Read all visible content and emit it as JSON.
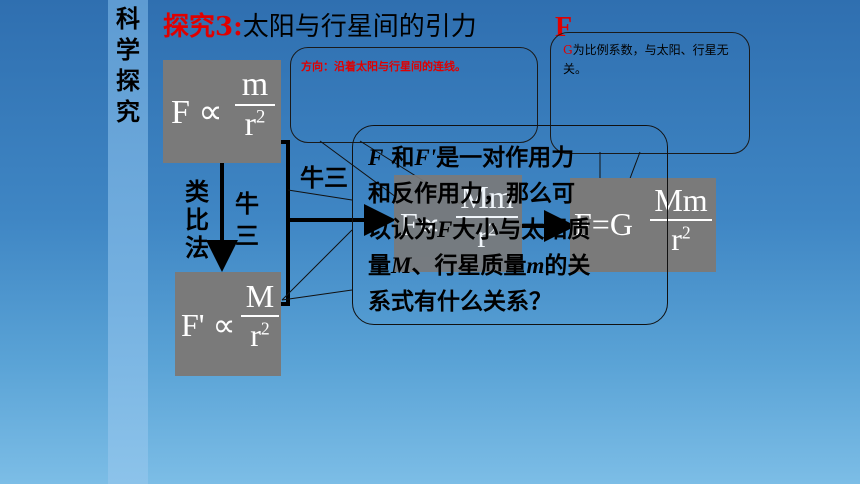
{
  "sidebar": {
    "label": "科学探究"
  },
  "title": {
    "prefix": "探究3:",
    "text": "太阳与行星间的引力"
  },
  "big_f": "F",
  "notes": {
    "direction": "方向：沿着太阳与行星间的连线。",
    "g_prefix": "G",
    "g_text": "为比例系数，与太阳、行星无关。"
  },
  "formulas": {
    "f1": {
      "left": "F ∝",
      "num": "m",
      "den": "r",
      "den_sup": "2"
    },
    "f2": {
      "left": "F' ∝",
      "num": "M",
      "den": "r",
      "den_sup": "2"
    },
    "f3": {
      "left": "F∝",
      "num": "Mm",
      "den": "r",
      "den_sup": "2"
    },
    "f4": {
      "left": "F=G",
      "num": "Mm",
      "den": "r",
      "den_sup": "2"
    }
  },
  "labels": {
    "analogy": [
      "类",
      "比",
      "法"
    ],
    "newton3_vertical": [
      "牛",
      "三"
    ],
    "newton3": "牛三"
  },
  "question": {
    "f": "F",
    "he": "和",
    "fprime": "F'",
    "line1": "是一对作用力",
    "line2": "和反作用力，那么可",
    "line3a": "以认为",
    "line3b": "F",
    "line3c": "大小与太阳质",
    "line4a": "量",
    "line4b": "M",
    "line4c": "、行星质量",
    "line4d": "m",
    "line4e": "的关",
    "line5": "系式有什么关系？"
  }
}
